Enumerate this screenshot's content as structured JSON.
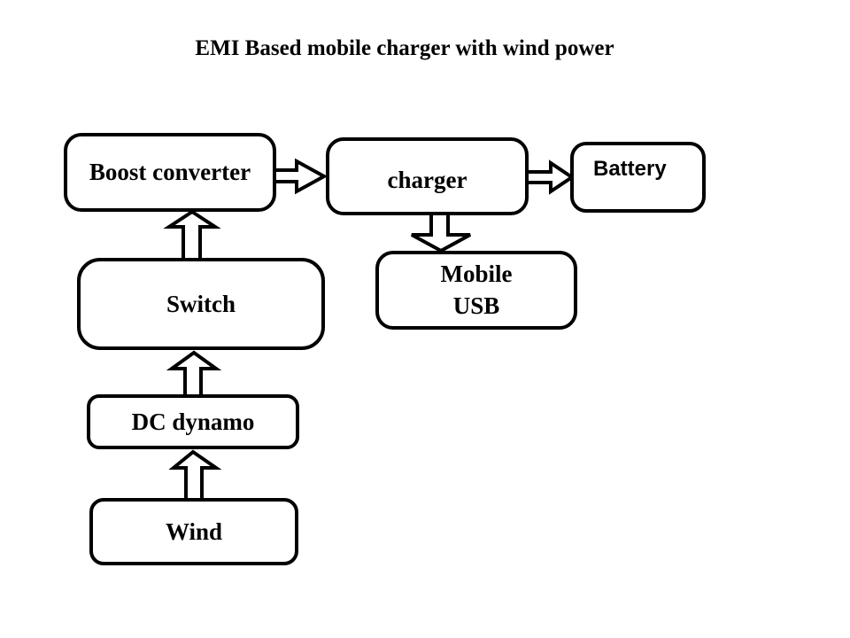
{
  "title": "EMI Based mobile charger with wind power",
  "colors": {
    "line": "#000000",
    "box_fill": "#ffffff",
    "text": "#000000",
    "background": "#ffffff"
  },
  "nodes": {
    "boost_converter": {
      "label": "Boost converter"
    },
    "charger": {
      "label": "charger"
    },
    "battery": {
      "label": "Battery"
    },
    "mobile_usb": {
      "line1": "Mobile",
      "line2": "USB"
    },
    "switch": {
      "label": "Switch"
    },
    "dc_dynamo": {
      "label": "DC dynamo"
    },
    "wind": {
      "label": "Wind"
    }
  },
  "edges": [
    {
      "from": "Boost converter",
      "to": "charger",
      "direction": "right",
      "style": "hollow-block-arrow"
    },
    {
      "from": "charger",
      "to": "Battery",
      "direction": "right",
      "style": "hollow-block-arrow"
    },
    {
      "from": "charger",
      "to": "Mobile USB",
      "direction": "down",
      "style": "hollow-block-arrow"
    },
    {
      "from": "Switch",
      "to": "Boost converter",
      "direction": "up",
      "style": "hollow-block-arrow"
    },
    {
      "from": "DC dynamo",
      "to": "Switch",
      "direction": "up",
      "style": "hollow-block-arrow"
    },
    {
      "from": "Wind",
      "to": "DC dynamo",
      "direction": "up",
      "style": "hollow-block-arrow"
    }
  ]
}
